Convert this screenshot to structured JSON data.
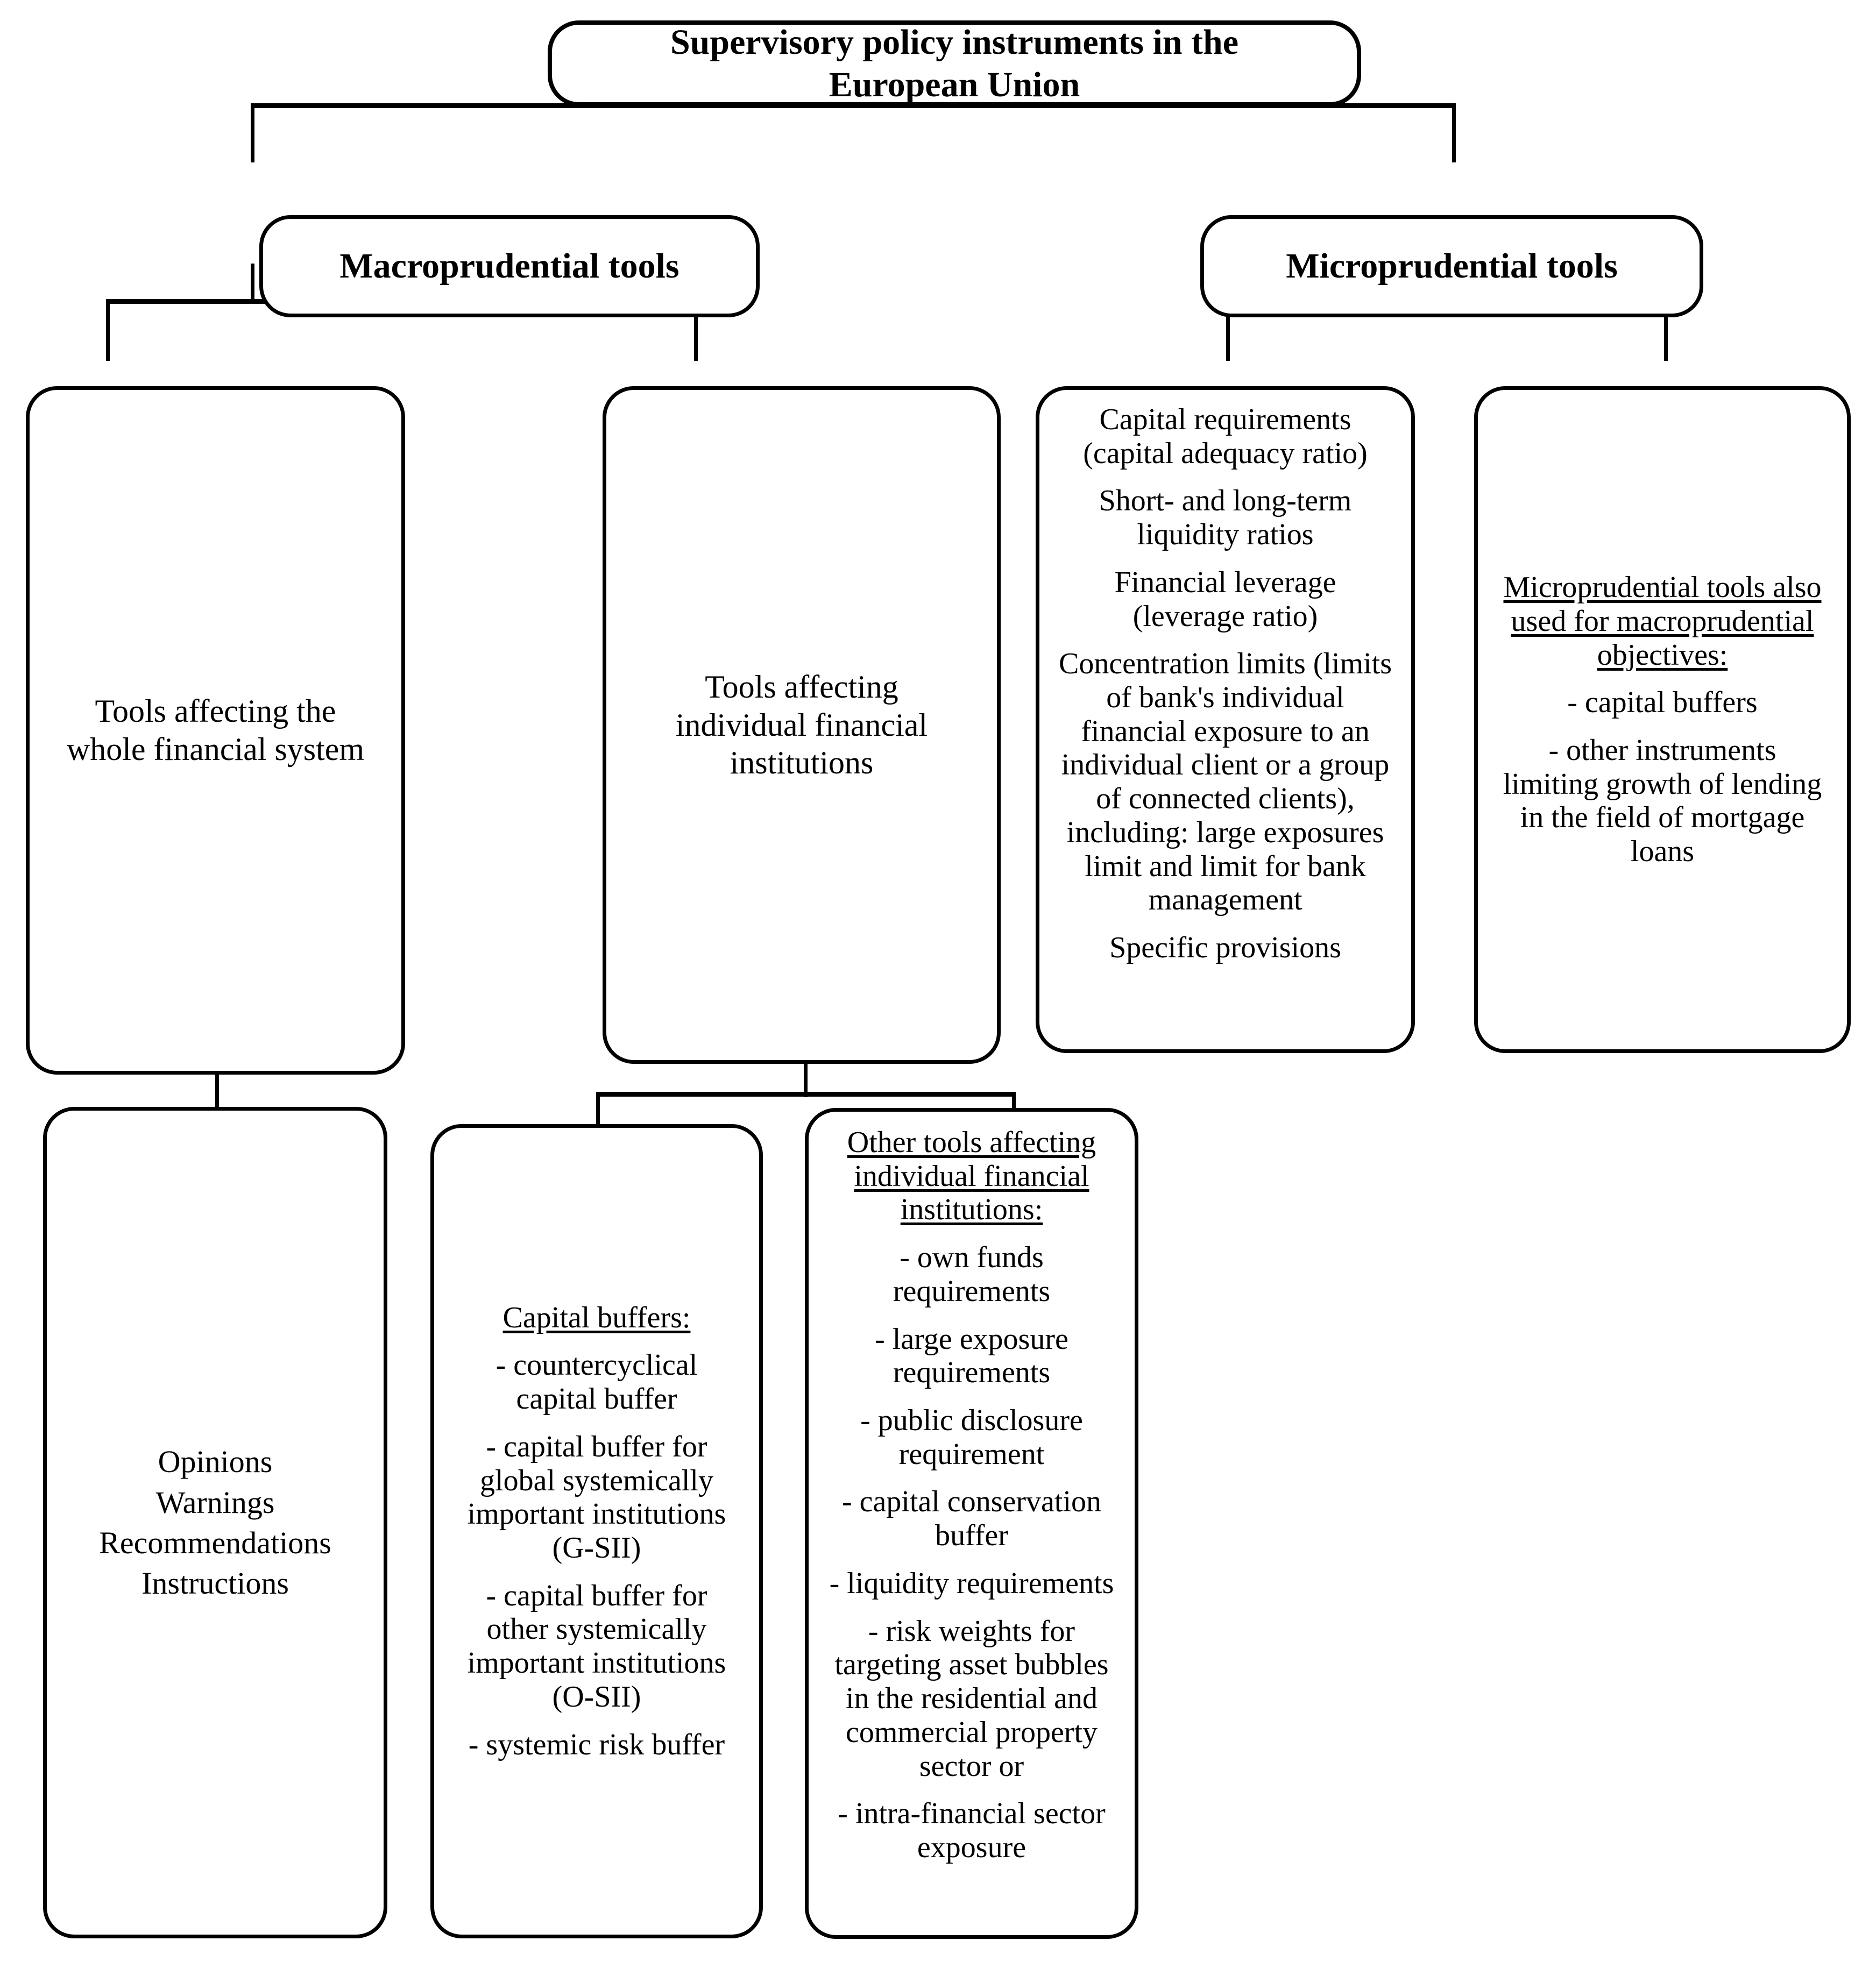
{
  "diagram": {
    "title": "Supervisory policy instruments in the European Union",
    "root": {
      "label": "Supervisory policy instruments in the\nEuropean Union"
    },
    "branches": {
      "macro": {
        "label": "Macroprudential tools"
      },
      "micro": {
        "label": "Microprudential tools"
      }
    },
    "nodes": {
      "whole_system": {
        "label": "Tools affecting the\nwhole financial system"
      },
      "individual_institutions": {
        "label": "Tools affecting\nindividual financial\ninstitutions"
      },
      "capital_requirements": {
        "items": [
          "Capital requirements (capital adequacy ratio)",
          "Short- and long-term liquidity ratios",
          "Financial leverage (leverage ratio)",
          "Concentration limits (limits of bank's individual financial exposure to an individual client or a group of connected clients), including: large exposures limit and limit for bank management",
          "Specific provisions"
        ]
      },
      "micro_for_macro": {
        "heading": "Microprudential tools also used for macroprudential objectives:",
        "items": [
          "- capital buffers",
          "- other instruments limiting growth of lending in the field of mortgage loans"
        ]
      },
      "opinions": {
        "lines": [
          "Opinions",
          "Warnings",
          "Recommendations",
          "Instructions"
        ]
      },
      "capital_buffers": {
        "heading": "Capital buffers:",
        "items": [
          "- countercyclical capital buffer",
          "- capital buffer for global systemically important institutions (G-SII)",
          "- capital buffer for other systemically important institutions (O-SII)",
          "- systemic risk buffer"
        ]
      },
      "other_tools": {
        "heading": "Other tools affecting individual financial institutions:",
        "items": [
          "- own funds requirements",
          "- large exposure requirements",
          "- public disclosure requirement",
          "- capital conservation buffer",
          "- liquidity requirements",
          "- risk weights for targeting asset bubbles in the residential and commercial property sector or",
          "- intra-financial sector exposure"
        ]
      }
    }
  }
}
